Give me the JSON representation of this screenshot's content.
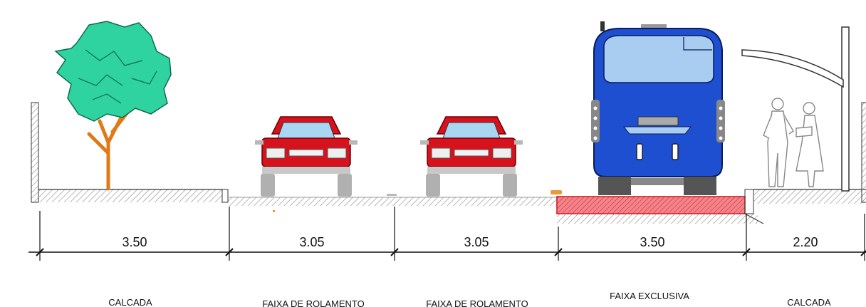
{
  "dimensions": [
    "3.50",
    "3.05",
    "3.05",
    "3.50",
    "2.20"
  ],
  "zone_labels": [
    "CALCADA",
    "FAIXA DE ROLAMENTO",
    "FAIXA DE ROLAMENTO",
    "FAIXA EXCLUSIVA",
    "CALCADA"
  ],
  "colors": {
    "tree_foliage": "#2fd3a0",
    "tree_trunk": "#e07a18",
    "car_body": "#d8121c",
    "bus_body": "#1d4fd0",
    "bus_window": "#a9cdf0",
    "exclusive_lane": "#e8202a"
  },
  "icons": [
    "tree-icon",
    "car-icon",
    "bus-icon",
    "pedestrians-icon",
    "bus-shelter-icon"
  ]
}
